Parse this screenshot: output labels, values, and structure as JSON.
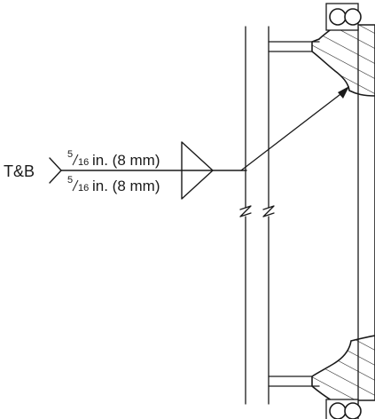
{
  "weld_symbol": {
    "tail_label": "T&B",
    "arrow_side": {
      "fraction_numerator": "5",
      "fraction_denominator": "16",
      "size_text": "in. (8 mm)"
    },
    "other_side": {
      "fraction_numerator": "5",
      "fraction_denominator": "16",
      "size_text": "in. (8 mm)"
    }
  }
}
